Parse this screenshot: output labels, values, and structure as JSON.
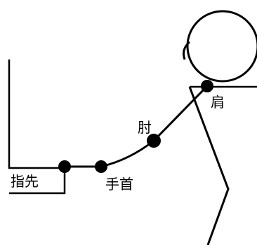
{
  "labels": {
    "shoulder": "肩",
    "elbow": "肘",
    "wrist": "手首",
    "fingertip": "指先"
  },
  "colors": {
    "stroke": "#000000",
    "background": "#ffffff"
  }
}
